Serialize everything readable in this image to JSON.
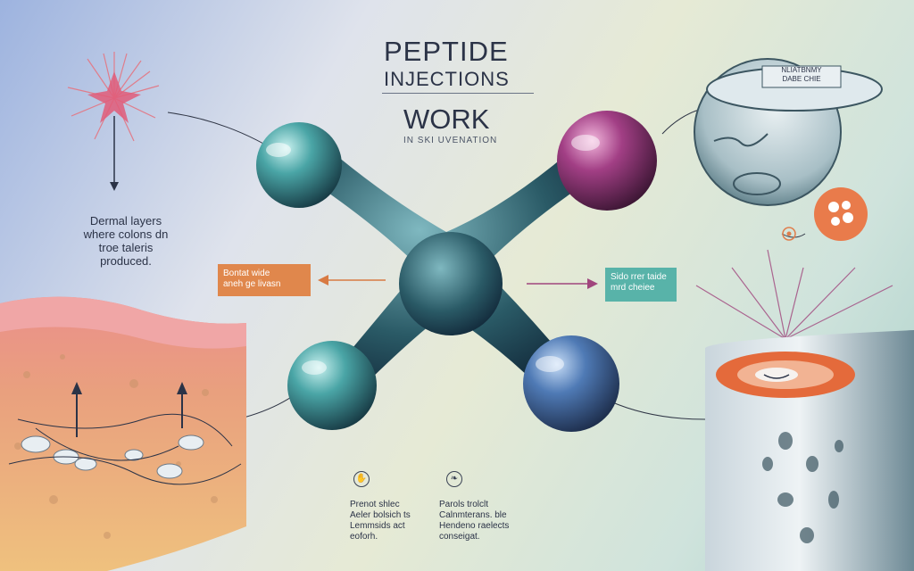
{
  "title": {
    "line1": "PEPTIDE",
    "line2": "INJECTIONS",
    "line3": "WORK",
    "subtitle": "IN SKI UVENATION"
  },
  "labels": {
    "dermal": [
      "Dermal layers",
      "where colons dn",
      "troe taleris",
      "produced."
    ],
    "left_box": [
      "Bontat wide",
      "aneh ge livasn"
    ],
    "right_box": [
      "Sido rrer taide",
      "mrd cheiee"
    ],
    "inset": [
      "NLIATBNMY",
      "DABE CHIE"
    ],
    "bottom_left": [
      "Prenot shlec",
      "Aeler bolsich ts",
      "Lemmsids act",
      "eoforh."
    ],
    "bottom_right": [
      "Parols trolclt",
      "Calnmterans. ble",
      "Hendeno raelects",
      "conseigat."
    ]
  },
  "colors": {
    "molecule_teal": "#3f9a9c",
    "molecule_magenta": "#a23f85",
    "molecule_blue": "#4f7ab5",
    "box_orange": "#e0874c",
    "box_teal": "#58b3a9",
    "skin_pink": "#e68a84",
    "arrow_dark": "#2b3347"
  },
  "icons": [
    "starburst-icon",
    "collagen-icon",
    "leaf-icon",
    "hand-icon"
  ]
}
